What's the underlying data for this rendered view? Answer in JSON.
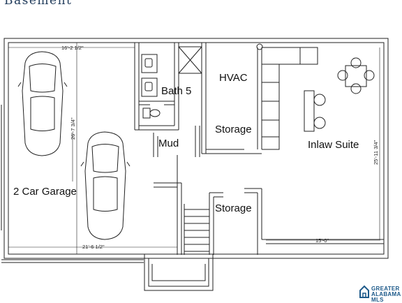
{
  "title": "Basement",
  "rooms": {
    "bath": "Bath 5",
    "hvac": "HVAC",
    "storage_upper": "Storage",
    "inlaw": "Inlaw Suite",
    "mud": "Mud",
    "garage": "2 Car Garage",
    "storage_lower": "Storage"
  },
  "dimensions": {
    "garage_top": "16'-2 1/2\"",
    "garage_depth": "26'-7 3/4\"",
    "garage_bottom": "21'-6 1/2\"",
    "inlaw_width": "15'-0\"",
    "inlaw_depth": "25'-11 3/4\""
  },
  "watermark": {
    "line1": "GREATER",
    "line2": "ALABAMA MLS"
  }
}
